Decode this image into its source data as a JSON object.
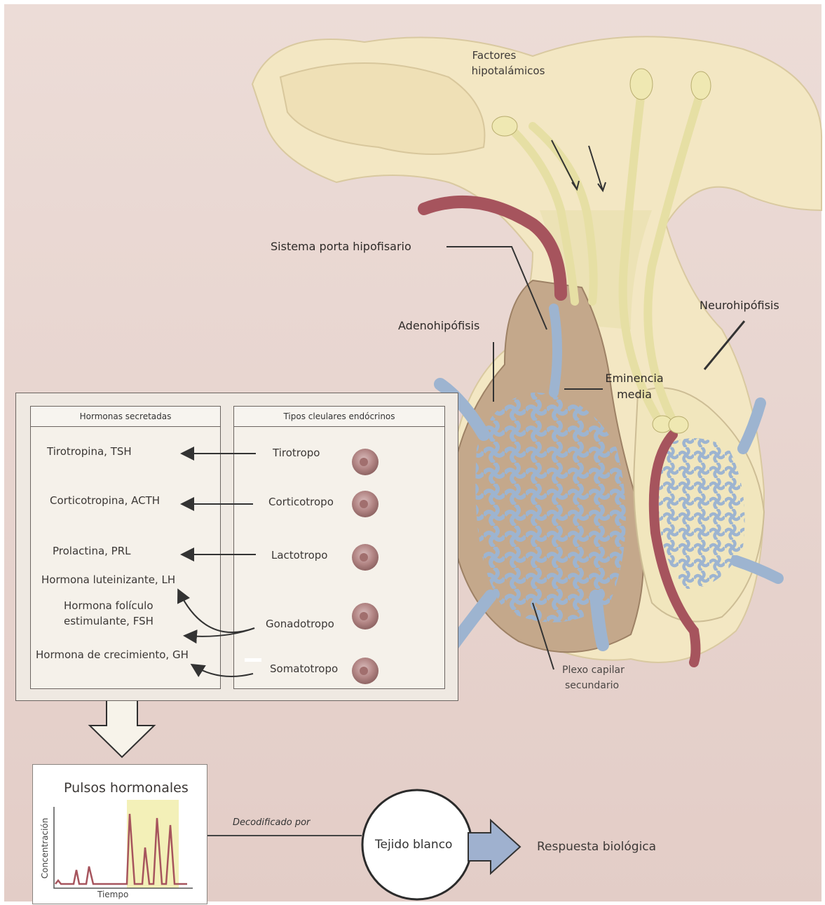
{
  "labels": {
    "factores": "Factores",
    "hipotalamicos": "hipotalámicos",
    "sistema_porta": "Sistema porta hipofisario",
    "adenohipofisis": "Adenohipófisis",
    "neurohipofisis": "Neurohipófisis",
    "eminencia": "Eminencia",
    "media": "media",
    "plexo_1": "Plexo capilar",
    "plexo_2": "secundario"
  },
  "table": {
    "left_header": "Hormonas secretadas",
    "right_header": "Tipos cleulares endócrinos",
    "hormones": [
      "Tirotropina, TSH",
      "Corticotropina, ACTH",
      "Prolactina, PRL",
      "Hormona luteinizante, LH",
      "Hormona folículo",
      "estimulante, FSH",
      "Hormona de crecimiento, GH"
    ],
    "cells": [
      "Tirotropo",
      "Corticotropo",
      "Lactotropo",
      "Gonadotropo",
      "Somatotropo"
    ]
  },
  "pulses": {
    "title": "Pulsos hormonales",
    "ylabel": "Concentración",
    "xlabel": "Tiempo"
  },
  "flow": {
    "decoded_by": "Decodificado por",
    "target": "Tejido blanco",
    "response": "Respuesta biológica"
  },
  "colors": {
    "background_pink": "#e9d5cf",
    "brain": "#f3e7c3",
    "nerve": "#e6dfa4",
    "artery": "#a6545d",
    "vein": "#9db4d0",
    "gland": "#c4a88b",
    "cell": "#b78e8c",
    "arrow_blue": "#9fb1cf",
    "highlight": "#f3f0b8"
  }
}
